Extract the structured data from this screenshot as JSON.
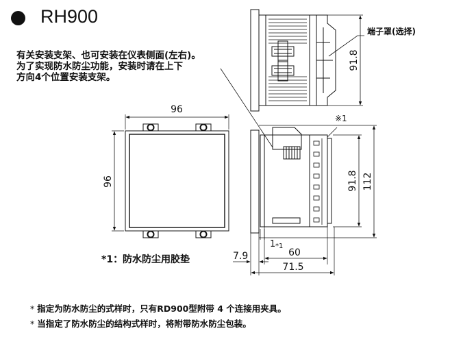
{
  "title": "RH900",
  "mount_note": {
    "lines": [
      "有关安装支架、也可安装在仪表侧面(左右)。",
      "为了实现防水防尘功能，安装时请在上下",
      "方向4个位置安装支架。"
    ]
  },
  "terminal_cover_label": "端子罩(选择)",
  "dimensions": {
    "front_width": "96",
    "front_height": "96",
    "side_top_height": "91.8",
    "side_height_inner": "91.8",
    "side_height_total": "112",
    "depth_front": "7.9",
    "depth_main": "60",
    "depth_total": "71.5",
    "gasket_thickness": "1",
    "gasket_mark": "*1",
    "ref_mark": "※1"
  },
  "footnote": "*1：防水防尘用胶垫",
  "bottom_notes": [
    {
      "bullet": "*",
      "text": "指定为防水防尘的式样时，只有RD900型附带 4 个连接用夹具。"
    },
    {
      "bullet": "*",
      "text": "当指定了防水防尘的结构式样时，将附带防水防尘包装。"
    }
  ]
}
